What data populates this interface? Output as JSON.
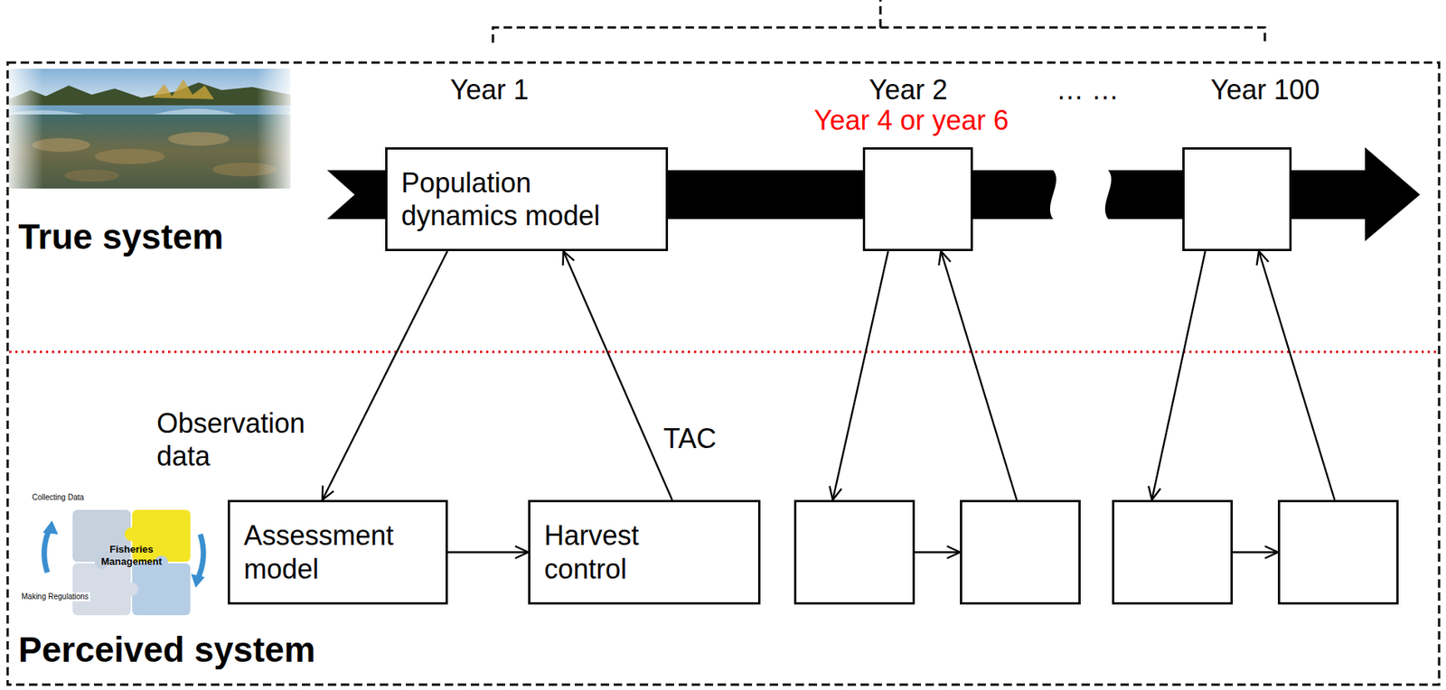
{
  "diagram": {
    "nodes": [
      {
        "text": [
          "Population dynamics model"
        ]
      },
      {
        "text": []
      },
      {
        "text": []
      },
      {
        "text": [
          "Assessment model"
        ]
      },
      {
        "text": [
          "Harvest control"
        ]
      },
      {
        "text": []
      },
      {
        "text": []
      },
      {
        "text": []
      },
      {
        "text": []
      }
    ],
    "edges": [
      {
        "from": 0,
        "to": 3,
        "arrow": "to",
        "label": "Observation data"
      },
      {
        "from": 4,
        "to": 0,
        "arrow": "to",
        "label": "TAC"
      },
      {
        "from": 3,
        "to": 4,
        "arrow": "to"
      },
      {
        "from": 1,
        "to": 5,
        "arrow": "to"
      },
      {
        "from": 6,
        "to": 1,
        "arrow": "to"
      },
      {
        "from": 5,
        "to": 6,
        "arrow": "to"
      },
      {
        "from": 2,
        "to": 7,
        "arrow": "to"
      },
      {
        "from": 8,
        "to": 2,
        "arrow": "to"
      },
      {
        "from": 7,
        "to": 8,
        "arrow": "to"
      }
    ],
    "labels": [
      "Year 1",
      "Year 2",
      "Year 4 or year 6",
      "… …",
      "Year 100",
      "True system",
      "Perceived system",
      "Fisheries Management",
      "Collecting Data",
      "Making Regulations"
    ]
  }
}
